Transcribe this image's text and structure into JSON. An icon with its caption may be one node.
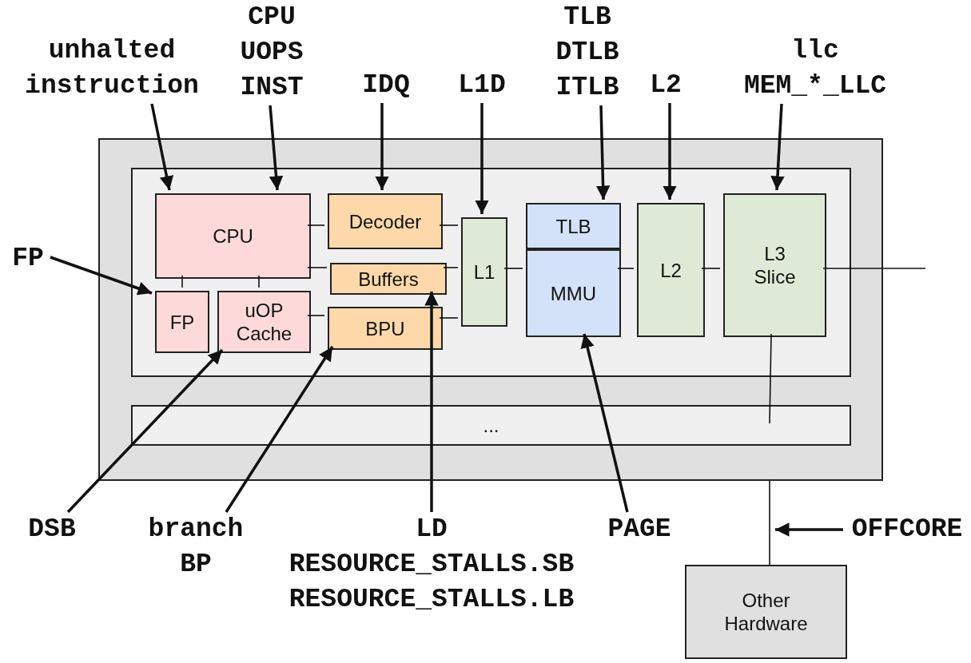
{
  "diagram": {
    "nodes": [
      {
        "text": [],
        "shape": "box"
      },
      {
        "text": [],
        "shape": "box",
        "in": 0
      },
      {
        "text": [
          "CPU"
        ],
        "in": 1
      },
      {
        "text": [
          "FP"
        ],
        "in": 1
      },
      {
        "text": [
          "uOP Cache"
        ],
        "in": 1
      },
      {
        "text": [
          "Decoder"
        ],
        "in": 1
      },
      {
        "text": [
          "Buffers"
        ],
        "in": 1
      },
      {
        "text": [
          "BPU"
        ],
        "in": 1
      },
      {
        "text": [
          "L1"
        ],
        "in": 1
      },
      {
        "text": [
          "TLB"
        ],
        "in": 1
      },
      {
        "text": [
          "MMU"
        ],
        "in": 1
      },
      {
        "text": [
          "L2"
        ],
        "in": 1
      },
      {
        "text": [
          "L3 Slice"
        ],
        "in": 1
      },
      {
        "text": [
          "..."
        ],
        "in": 0
      },
      {
        "text": [
          "Other Hardware"
        ]
      },
      {
        "text": [
          "unhalted",
          "instruction"
        ]
      },
      {
        "text": [
          "CPU",
          "UOPS",
          "INST"
        ]
      },
      {
        "text": [
          "IDQ"
        ]
      },
      {
        "text": [
          "L1D"
        ]
      },
      {
        "text": [
          "TLB",
          "DTLB",
          "ITLB"
        ]
      },
      {
        "text": [
          "L2"
        ]
      },
      {
        "text": [
          "llc",
          "MEM_*_LLC"
        ]
      },
      {
        "text": [
          "FP"
        ]
      },
      {
        "text": [
          "DSB"
        ]
      },
      {
        "text": [
          "branch",
          "BP"
        ]
      },
      {
        "text": [
          "LD",
          "RESOURCE_STALLS.SB",
          "RESOURCE_STALLS.LB"
        ]
      },
      {
        "text": [
          "PAGE"
        ]
      },
      {
        "text": [
          "OFFCORE"
        ]
      }
    ],
    "edges": [
      {
        "from": 2,
        "to": 5,
        "arrow": "none"
      },
      {
        "from": 2,
        "to": 6,
        "arrow": "none"
      },
      {
        "from": 2,
        "to": 3,
        "arrow": "none"
      },
      {
        "from": 2,
        "to": 4,
        "arrow": "none"
      },
      {
        "from": 4,
        "to": 7,
        "arrow": "none"
      },
      {
        "from": 5,
        "to": 8,
        "arrow": "none"
      },
      {
        "from": 6,
        "to": 8,
        "arrow": "none"
      },
      {
        "from": 7,
        "to": 8,
        "arrow": "none"
      },
      {
        "from": 8,
        "to": 10,
        "arrow": "none"
      },
      {
        "from": 10,
        "to": 11,
        "arrow": "none"
      },
      {
        "from": 11,
        "to": 12,
        "arrow": "none"
      },
      {
        "from": 12,
        "to": null,
        "arrow": "none"
      },
      {
        "from": 12,
        "to": 13,
        "arrow": "none"
      },
      {
        "from": 14,
        "to": 0,
        "arrow": "none"
      },
      {
        "from": 15,
        "to": 2,
        "arrow": "to",
        "style": "thick"
      },
      {
        "from": 16,
        "to": 2,
        "arrow": "to",
        "style": "thick"
      },
      {
        "from": 17,
        "to": 5,
        "arrow": "to",
        "style": "thick"
      },
      {
        "from": 18,
        "to": 8,
        "arrow": "to",
        "style": "thick"
      },
      {
        "from": 19,
        "to": 9,
        "arrow": "to",
        "style": "thick"
      },
      {
        "from": 20,
        "to": 11,
        "arrow": "to",
        "style": "thick"
      },
      {
        "from": 21,
        "to": 12,
        "arrow": "to",
        "style": "thick"
      },
      {
        "from": 22,
        "to": 3,
        "arrow": "to",
        "style": "thick"
      },
      {
        "from": 23,
        "to": 4,
        "arrow": "to",
        "style": "thick"
      },
      {
        "from": 24,
        "to": 7,
        "arrow": "to",
        "style": "thick"
      },
      {
        "from": 25,
        "to": 6,
        "arrow": "to",
        "style": "thick"
      },
      {
        "from": 26,
        "to": 10,
        "arrow": "to",
        "style": "thick"
      },
      {
        "from": 27,
        "to": null,
        "arrow": "to",
        "style": "thick"
      }
    ]
  }
}
